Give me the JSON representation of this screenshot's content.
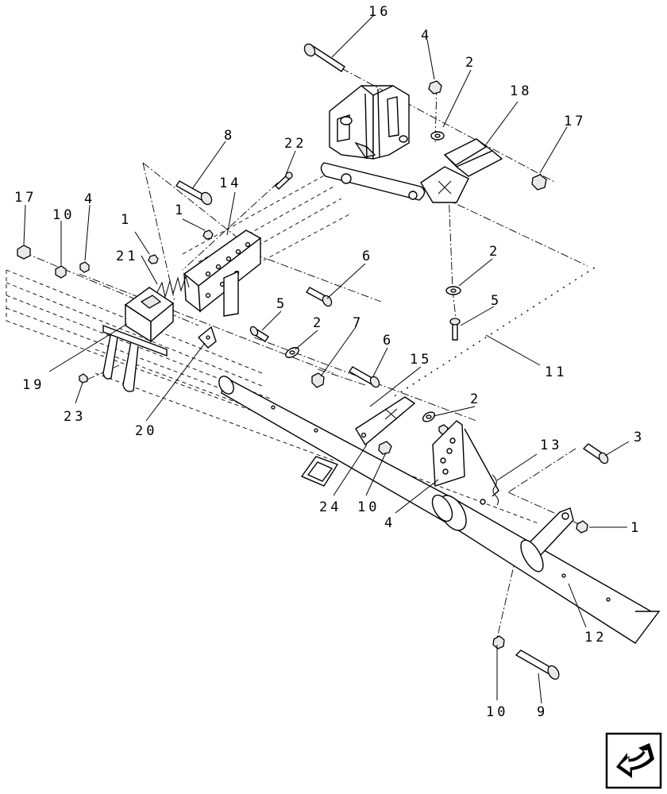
{
  "callouts": {
    "c16": "16",
    "c4_top": "4",
    "c2_top": "2",
    "c18": "18",
    "c17_right": "17",
    "c8": "8",
    "c22": "22",
    "c14": "14",
    "c17_left": "17",
    "c10_left": "10",
    "c4_left": "4",
    "c1_a": "1",
    "c1_b": "1",
    "c21": "21",
    "c6_upper": "6",
    "c2_mid": "2",
    "c5_left": "5",
    "c5_right": "5",
    "c2_lower": "2",
    "c7": "7",
    "c6_lower": "6",
    "c15": "15",
    "c11": "11",
    "c19": "19",
    "c23": "23",
    "c20": "20",
    "c2_bracket": "2",
    "c3": "3",
    "c13": "13",
    "c24": "24",
    "c10_mid": "10",
    "c4_mid": "4",
    "c1_right": "1",
    "c12": "12",
    "c10_bottom": "10",
    "c9": "9"
  },
  "navigation": {
    "icon": "next-page-arrow-icon"
  }
}
